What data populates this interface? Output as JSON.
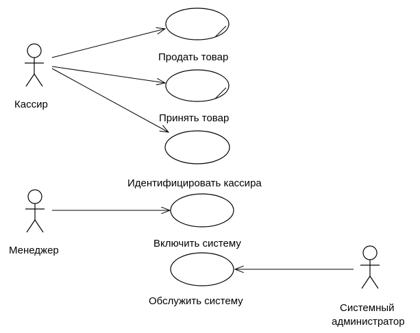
{
  "actors": {
    "cashier": "Кассир",
    "manager": "Менеджер",
    "sysadmin_line1": "Системный",
    "sysadmin_line2": "администратор"
  },
  "use_cases": {
    "sell": "Продать товар",
    "accept": "Принять товар",
    "identify": "Идентифицировать кассира",
    "turn_on": "Включить систему",
    "service": "Обслужить систему"
  }
}
